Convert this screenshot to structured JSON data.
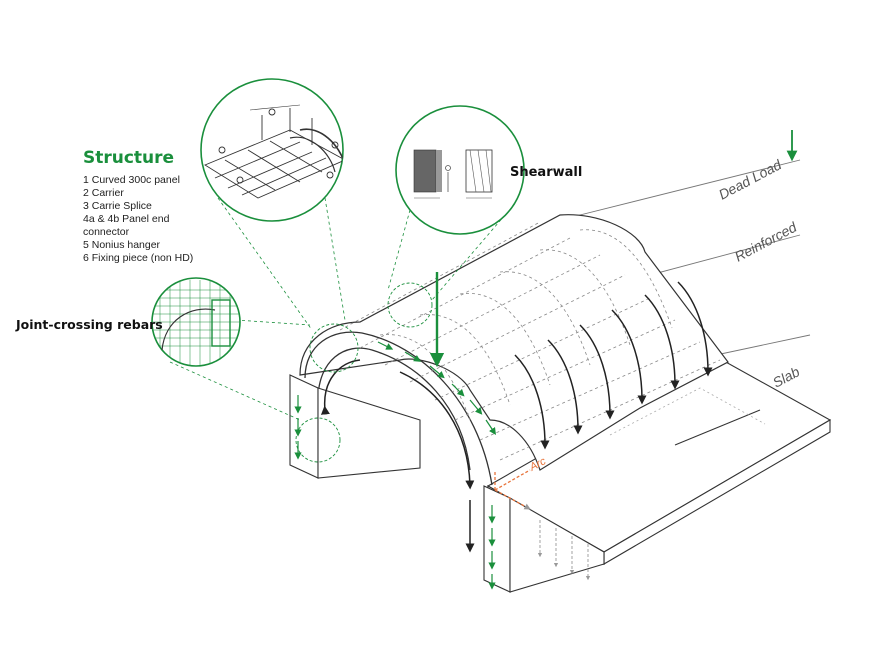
{
  "structure": {
    "title": "Structure",
    "items": [
      "1 Curved 300c panel",
      "2 Carrier",
      "3 Carrie Splice",
      "4a & 4b Panel end",
      "connector",
      "5 Nonius hanger",
      "6 Fixing piece (non HD)"
    ]
  },
  "callouts": {
    "shearwall": "Shearwall",
    "joint_rebars": "Joint-crossing rebars"
  },
  "axis_labels": {
    "dead_load": "Dead Load",
    "reinforced": "Reinforced",
    "slab": "Slab",
    "arc": "Arc"
  },
  "colors": {
    "accent_green": "#1a8f3c",
    "line_gray": "#555555",
    "arc_orange": "#e8743b"
  }
}
